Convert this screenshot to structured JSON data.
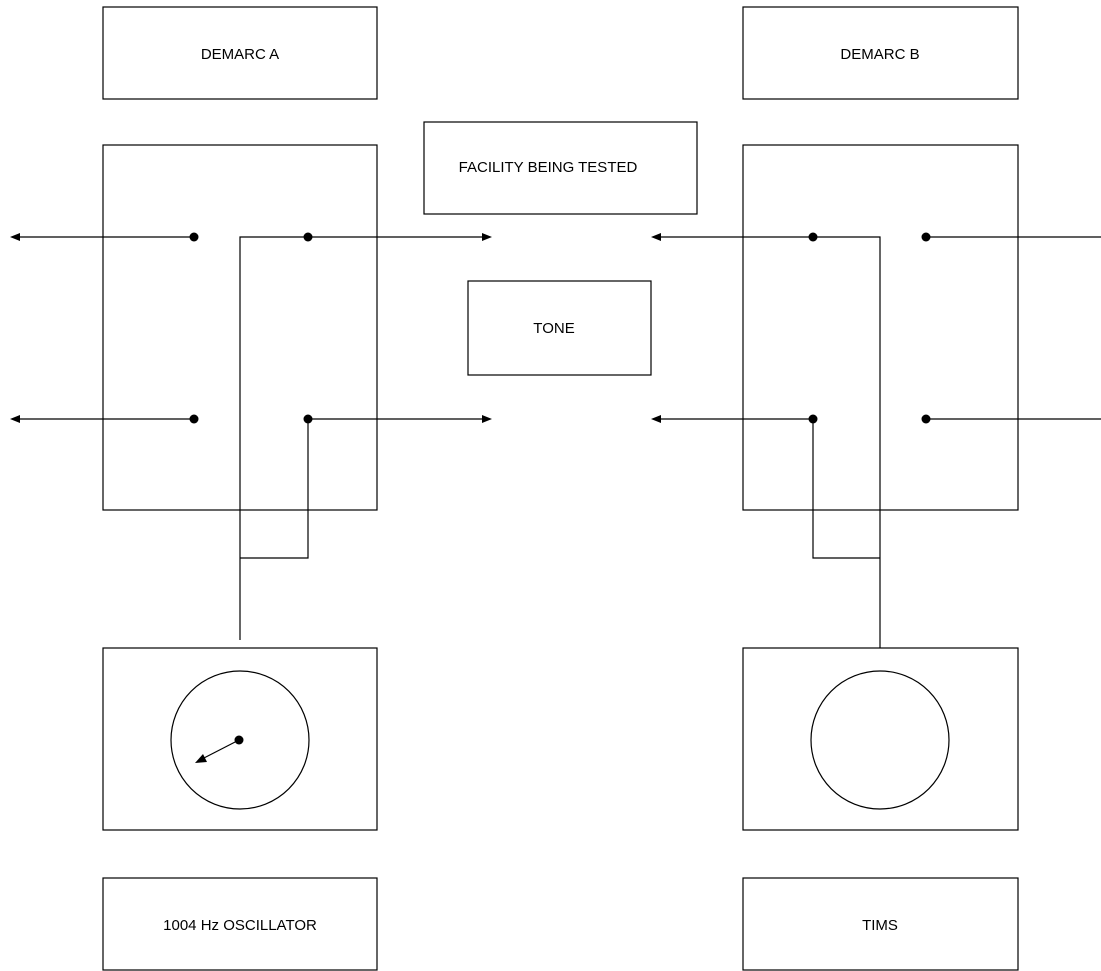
{
  "labels": {
    "demarc_a": "DEMARC A",
    "demarc_b": "DEMARC B",
    "facility": "FACILITY BEING TESTED",
    "tone": "TONE",
    "oscillator": "1004 Hz OSCILLATOR",
    "tims": "TIMS"
  },
  "colors": {
    "line": "#000000",
    "background": "#ffffff"
  }
}
